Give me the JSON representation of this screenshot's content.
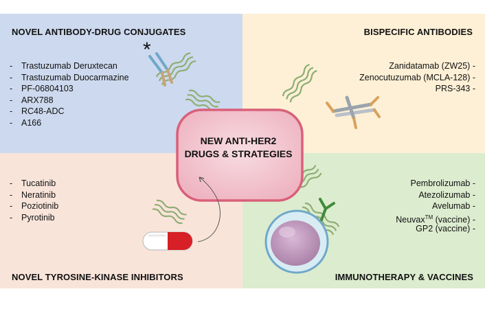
{
  "center": {
    "line1": "NEW ANTI-HER2",
    "line2": "DRUGS & STRATEGIES"
  },
  "adc": {
    "title": "NOVEL ANTIBODY-DRUG CONJUGATES",
    "items": [
      "Trastuzumab Deruxtecan",
      "Trastuzumab Duocarmazine",
      "PF-06804103",
      "ARX788",
      "RC48-ADC",
      "A166"
    ],
    "asterisk": "*"
  },
  "bispecific": {
    "title": "BISPECIFIC ANTIBODIES",
    "items": [
      "Zanidatamab (ZW25)",
      "Zenocutuzumab (MCLA-128)",
      "PRS-343"
    ]
  },
  "tki": {
    "title": "NOVEL TYROSINE-KINASE INHIBITORS",
    "items": [
      "Tucatinib",
      "Neratinib",
      "Poziotinib",
      "Pyrotinib"
    ]
  },
  "immuno": {
    "title": "IMMUNOTHERAPY & VACCINES",
    "items": [
      "Pembrolizumab",
      "Atezolizumab",
      "Avelumab"
    ],
    "neuvax_base": "Neuvax",
    "neuvax_sup": "TM",
    "neuvax_rest": " (vaccine)",
    "gp2": "GP2 (vaccine)"
  },
  "colors": {
    "adc_bg": "#cdd9ee",
    "bispecific_bg": "#fdf0d6",
    "tki_bg": "#f9e4da",
    "immuno_bg": "#dceccf",
    "cell_fill": "#f2c4cf",
    "cell_border": "#d9607a",
    "receptor": "#8fae73",
    "antibody": "#6fa8c9"
  }
}
